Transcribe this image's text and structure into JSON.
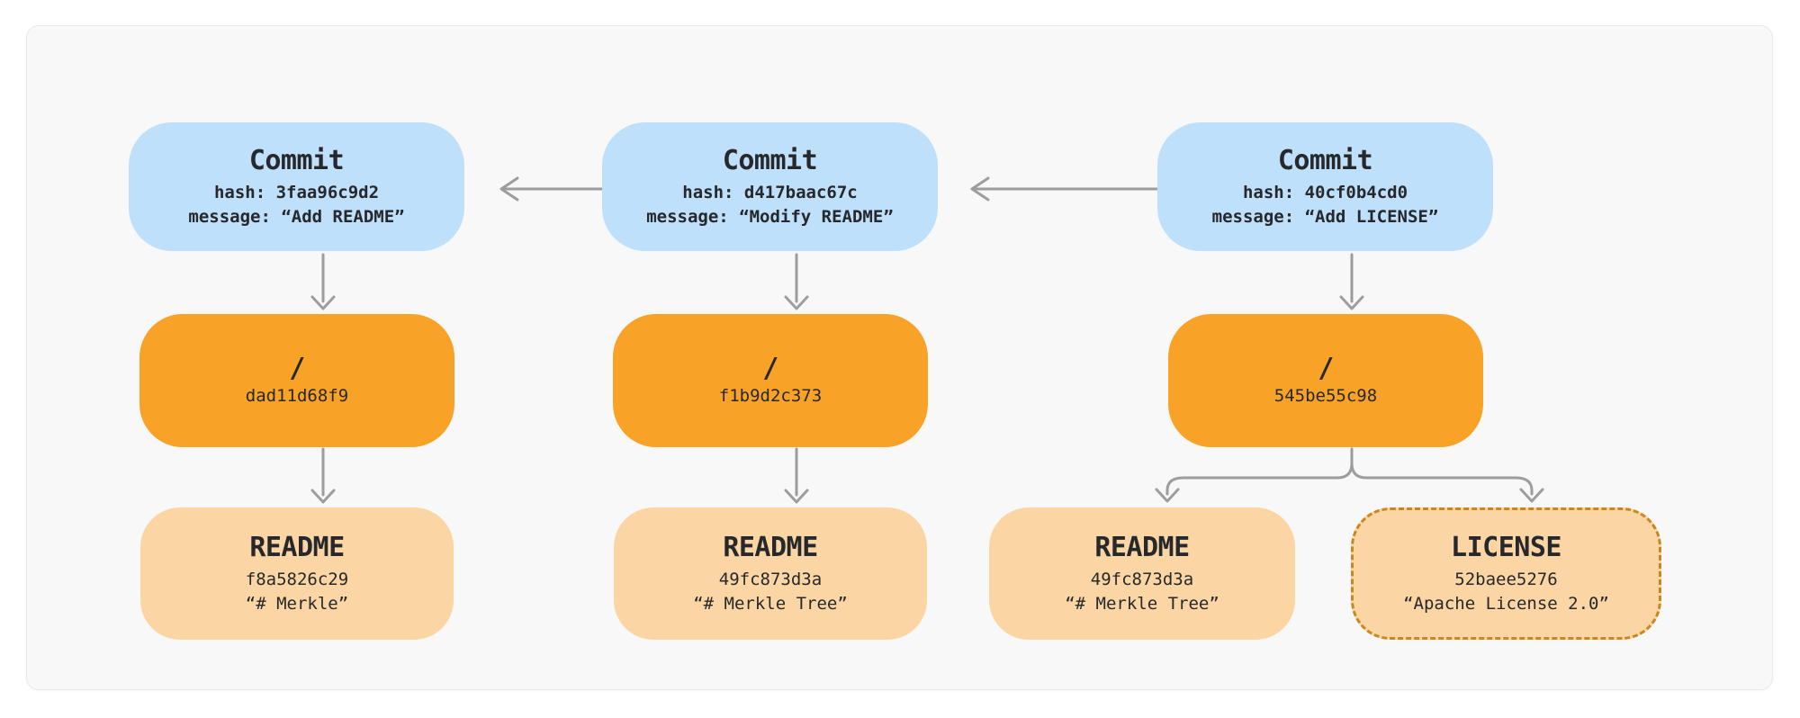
{
  "diagram": {
    "columns": [
      {
        "commit": {
          "title": "Commit",
          "hash": "hash: 3faa96c9d2",
          "message": "message: “Add README”"
        },
        "tree": {
          "name": "/",
          "hash": "dad11d68f9"
        },
        "files": [
          {
            "name": "README",
            "hash": "f8a5826c29",
            "content": "“# Merkle”"
          }
        ]
      },
      {
        "commit": {
          "title": "Commit",
          "hash": "hash: d417baac67c",
          "message": "message: “Modify README”"
        },
        "tree": {
          "name": "/",
          "hash": "f1b9d2c373"
        },
        "files": [
          {
            "name": "README",
            "hash": "49fc873d3a",
            "content": "“# Merkle Tree”"
          }
        ]
      },
      {
        "commit": {
          "title": "Commit",
          "hash": "hash: 40cf0b4cd0",
          "message": "message: “Add LICENSE”"
        },
        "tree": {
          "name": "/",
          "hash": "545be55c98"
        },
        "files": [
          {
            "name": "README",
            "hash": "49fc873d3a",
            "content": "“# Merkle Tree”"
          },
          {
            "name": "LICENSE",
            "hash": "52baee5276",
            "content": "“Apache License 2.0”"
          }
        ]
      }
    ],
    "colors": {
      "commit_fill": "#bee0fa",
      "tree_fill": "#f9a228",
      "file_fill": "#fbd6a4",
      "license_border": "#c9881e",
      "arrow": "#9d9d9d",
      "panel_bg": "#f8f8f8",
      "panel_border": "#e9e9e9",
      "text": "#26282b"
    }
  }
}
